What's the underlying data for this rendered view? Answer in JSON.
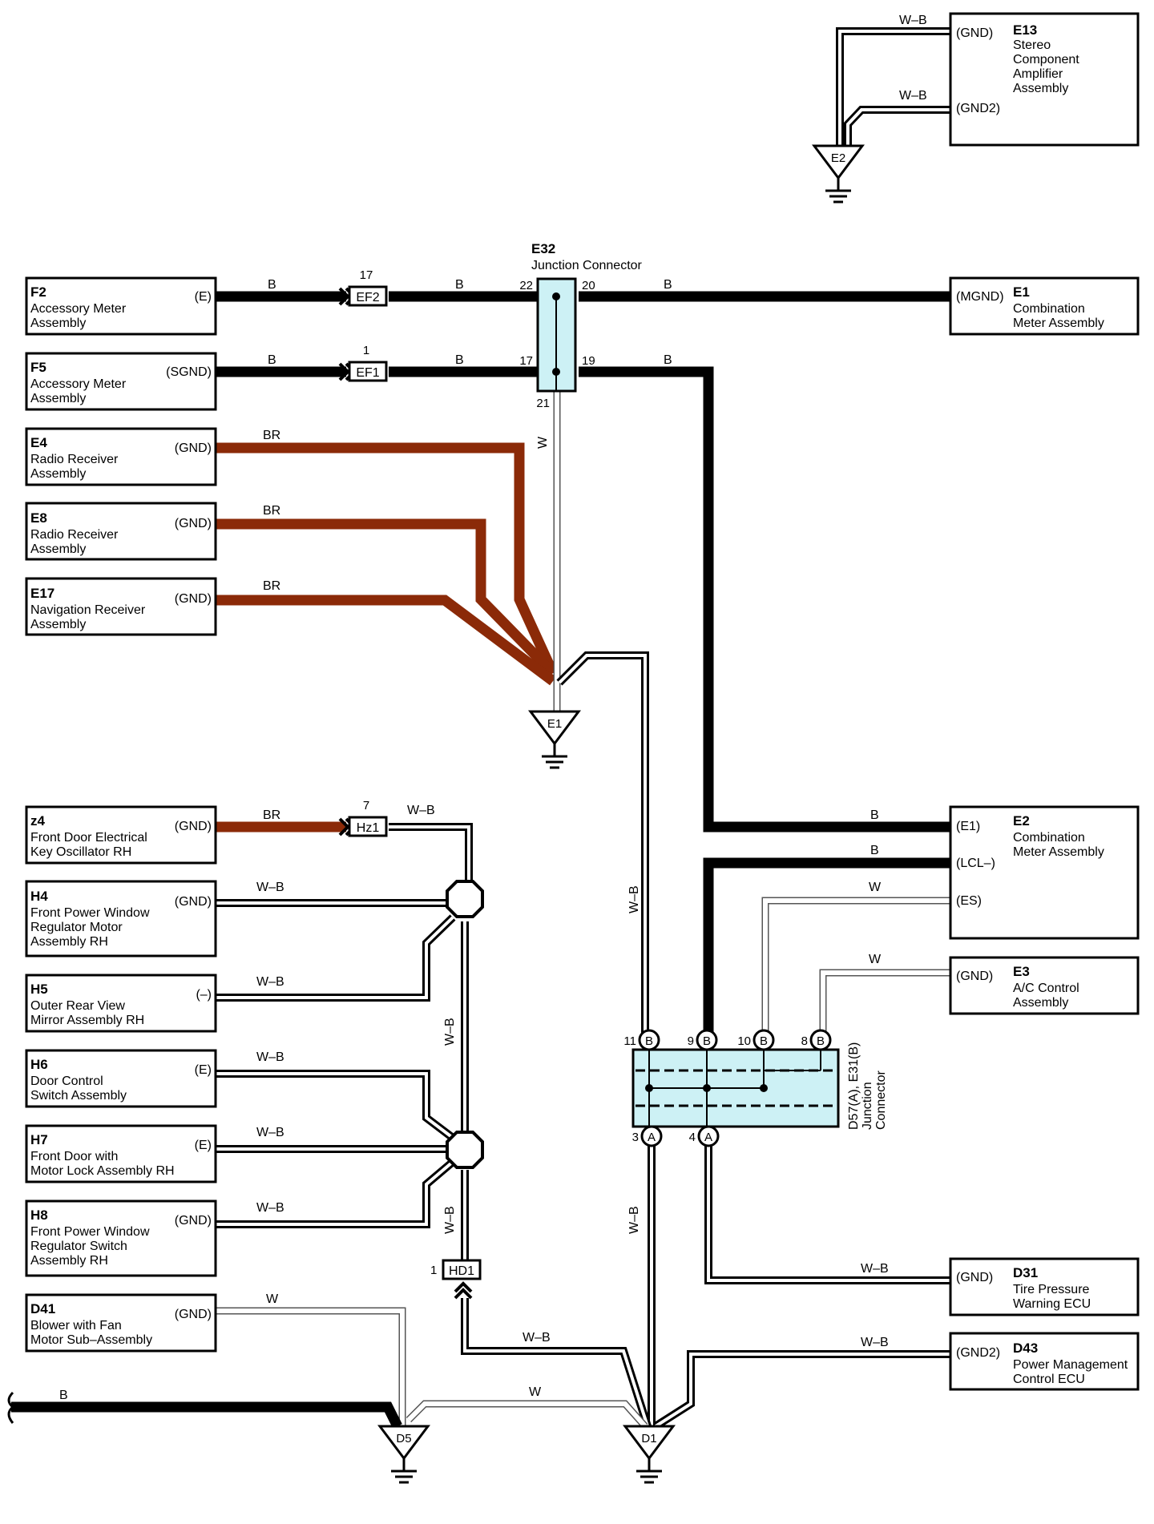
{
  "components": {
    "E13": {
      "code": "E13",
      "title": [
        "Stereo",
        "Component",
        "Amplifier",
        "Assembly"
      ],
      "pins": [
        "(GND)",
        "(GND2)"
      ],
      "wire": "W–B"
    },
    "F2": {
      "code": "F2",
      "title": [
        "Accessory Meter",
        "Assembly"
      ],
      "pin": "(E)"
    },
    "F5": {
      "code": "F5",
      "title": [
        "Accessory Meter",
        "Assembly"
      ],
      "pin": "(SGND)"
    },
    "E4": {
      "code": "E4",
      "title": [
        "Radio Receiver",
        "Assembly"
      ],
      "pin": "(GND)"
    },
    "E8": {
      "code": "E8",
      "title": [
        "Radio Receiver",
        "Assembly"
      ],
      "pin": "(GND)"
    },
    "E17": {
      "code": "E17",
      "title": [
        "Navigation Receiver",
        "Assembly"
      ],
      "pin": "(GND)"
    },
    "E1": {
      "code": "E1",
      "title": [
        "Combination",
        "Meter Assembly"
      ],
      "pin": "(MGND)"
    },
    "z4": {
      "code": "z4",
      "title": [
        "Front Door Electrical",
        "Key Oscillator RH"
      ],
      "pin": "(GND)"
    },
    "H4": {
      "code": "H4",
      "title": [
        "Front Power Window",
        "Regulator Motor",
        "Assembly RH"
      ],
      "pin": "(GND)"
    },
    "H5": {
      "code": "H5",
      "title": [
        "Outer Rear View",
        "Mirror Assembly RH"
      ],
      "pin": "(–)"
    },
    "H6": {
      "code": "H6",
      "title": [
        "Door Control",
        "Switch Assembly"
      ],
      "pin": "(E)"
    },
    "H7": {
      "code": "H7",
      "title": [
        "Front Door with",
        "Motor Lock Assembly RH"
      ],
      "pin": "(E)"
    },
    "H8": {
      "code": "H8",
      "title": [
        "Front Power Window",
        "Regulator Switch",
        "Assembly RH"
      ],
      "pin": "(GND)"
    },
    "D41": {
      "code": "D41",
      "title": [
        "Blower with Fan",
        "Motor Sub–Assembly"
      ],
      "pin": "(GND)"
    },
    "E2": {
      "code": "E2",
      "title": [
        "Combination",
        "Meter Assembly"
      ],
      "pins": [
        "(E1)",
        "(LCL–)",
        "(ES)"
      ]
    },
    "E3": {
      "code": "E3",
      "title": [
        "A/C Control",
        "Assembly"
      ],
      "pin": "(GND)"
    },
    "D31": {
      "code": "D31",
      "title": [
        "Tire Pressure",
        "Warning ECU"
      ],
      "pin": "(GND)"
    },
    "D43": {
      "code": "D43",
      "title": [
        "Power Management",
        "Control ECU"
      ],
      "pin": "(GND2)"
    }
  },
  "junction_e32": {
    "code": "E32",
    "name": "Junction Connector",
    "pins": [
      "22",
      "20",
      "17",
      "19",
      "21"
    ]
  },
  "junction_d57": {
    "line1": "D57(A), E31(B)",
    "line2": "Junction",
    "line3": "Connector",
    "top_pins": [
      {
        "num": "11",
        "conn": "B"
      },
      {
        "num": "9",
        "conn": "B"
      },
      {
        "num": "10",
        "conn": "B"
      },
      {
        "num": "8",
        "conn": "B"
      }
    ],
    "bottom_pins": [
      {
        "num": "3",
        "conn": "A"
      },
      {
        "num": "4",
        "conn": "A"
      }
    ]
  },
  "inline_connectors": [
    {
      "code": "EF2",
      "pin": "17"
    },
    {
      "code": "EF1",
      "pin": "1"
    },
    {
      "code": "Hz1",
      "pin": "7"
    },
    {
      "code": "HD1",
      "pin": "1"
    }
  ],
  "grounds": [
    "E2",
    "E1",
    "D5",
    "D1"
  ],
  "wire_colors": {
    "B": "B",
    "BR": "BR",
    "W": "W",
    "WB": "W–B"
  },
  "colors": {
    "brown_wire": "#8b2a08",
    "junction_fill": "#cdf1f5",
    "black": "#000000"
  }
}
